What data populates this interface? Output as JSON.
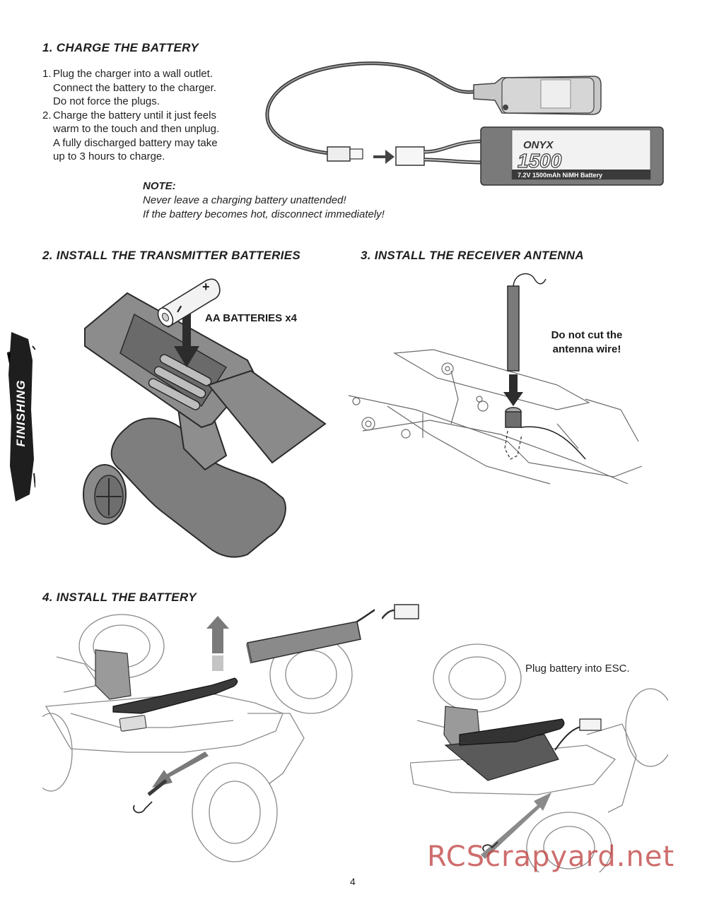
{
  "sections": [
    {
      "title": "1. CHARGE THE BATTERY"
    },
    {
      "title": "2. INSTALL THE TRANSMITTER BATTERIES"
    },
    {
      "title": "3. INSTALL THE RECEIVER ANTENNA"
    },
    {
      "title": "4. INSTALL THE BATTERY"
    }
  ],
  "charge": {
    "steps": [
      {
        "num": "1.",
        "lines": [
          "Plug the charger into a wall outlet.",
          "Connect the battery to the charger.",
          "Do not force the plugs."
        ]
      },
      {
        "num": "2.",
        "lines": [
          "Charge the battery until it just feels",
          "warm to the touch and then unplug.",
          "A fully discharged battery may take",
          "up to 3 hours to charge."
        ]
      }
    ],
    "note_title": "NOTE:",
    "note_lines": [
      "Never leave a charging battery unattended!",
      "If the battery becomes hot, disconnect immediately!"
    ],
    "battery_brand": "ONYX",
    "battery_capacity": "1500",
    "battery_spec": "7.2V 1500mAh NiMH Battery"
  },
  "transmitter": {
    "callout": "AA BATTERIES x4",
    "plus_sign": "+",
    "minus_sign": "−"
  },
  "antenna": {
    "callout_lines": [
      "Do not cut the",
      "antenna wire!"
    ]
  },
  "install": {
    "callout": "Plug battery into ESC."
  },
  "side_tab": "FINISHING",
  "page_number": "4",
  "watermark": "RCScrapyard.net",
  "colors": {
    "illustration_gray": "#8a8a8a",
    "line_art": "#555555",
    "watermark": "#c04040"
  }
}
